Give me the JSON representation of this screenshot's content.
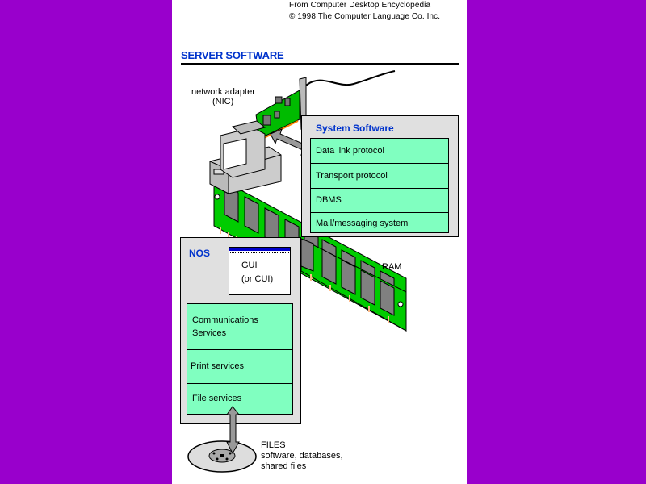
{
  "credits": {
    "line1": "From Computer Desktop Encyclopedia",
    "line2": "© 1998 The Computer Language Co. Inc."
  },
  "title": "SERVER SOFTWARE",
  "labels": {
    "nic_line1": "network adapter",
    "nic_line2": "(NIC)",
    "ram": "RAM",
    "files_title": "FILES",
    "files_line1": "software, databases,",
    "files_line2": "shared files"
  },
  "system_software": {
    "title": "System Software",
    "items": [
      "Data link protocol",
      "Transport protocol",
      "DBMS",
      "Mail/messaging system"
    ]
  },
  "nos": {
    "title": "NOS",
    "gui_label": "GUI\n(or CUI)",
    "items": [
      {
        "line1": "Communications",
        "line2": "Services"
      },
      {
        "line1": "Print services",
        "line2": ""
      },
      {
        "line1": "File services",
        "line2": ""
      }
    ]
  },
  "colors": {
    "background": "#9900cc",
    "title_blue": "#0033cc",
    "panel_gray": "#e0e0e0",
    "stack_green": "#80ffc0",
    "board_green": "#00cc00",
    "chip_gray": "#808080",
    "pin_orange": "#ffbb88"
  },
  "icons": [
    "computer-icon",
    "nic-card-icon",
    "ram-module-icon",
    "disk-icon",
    "double-arrow-icon"
  ]
}
